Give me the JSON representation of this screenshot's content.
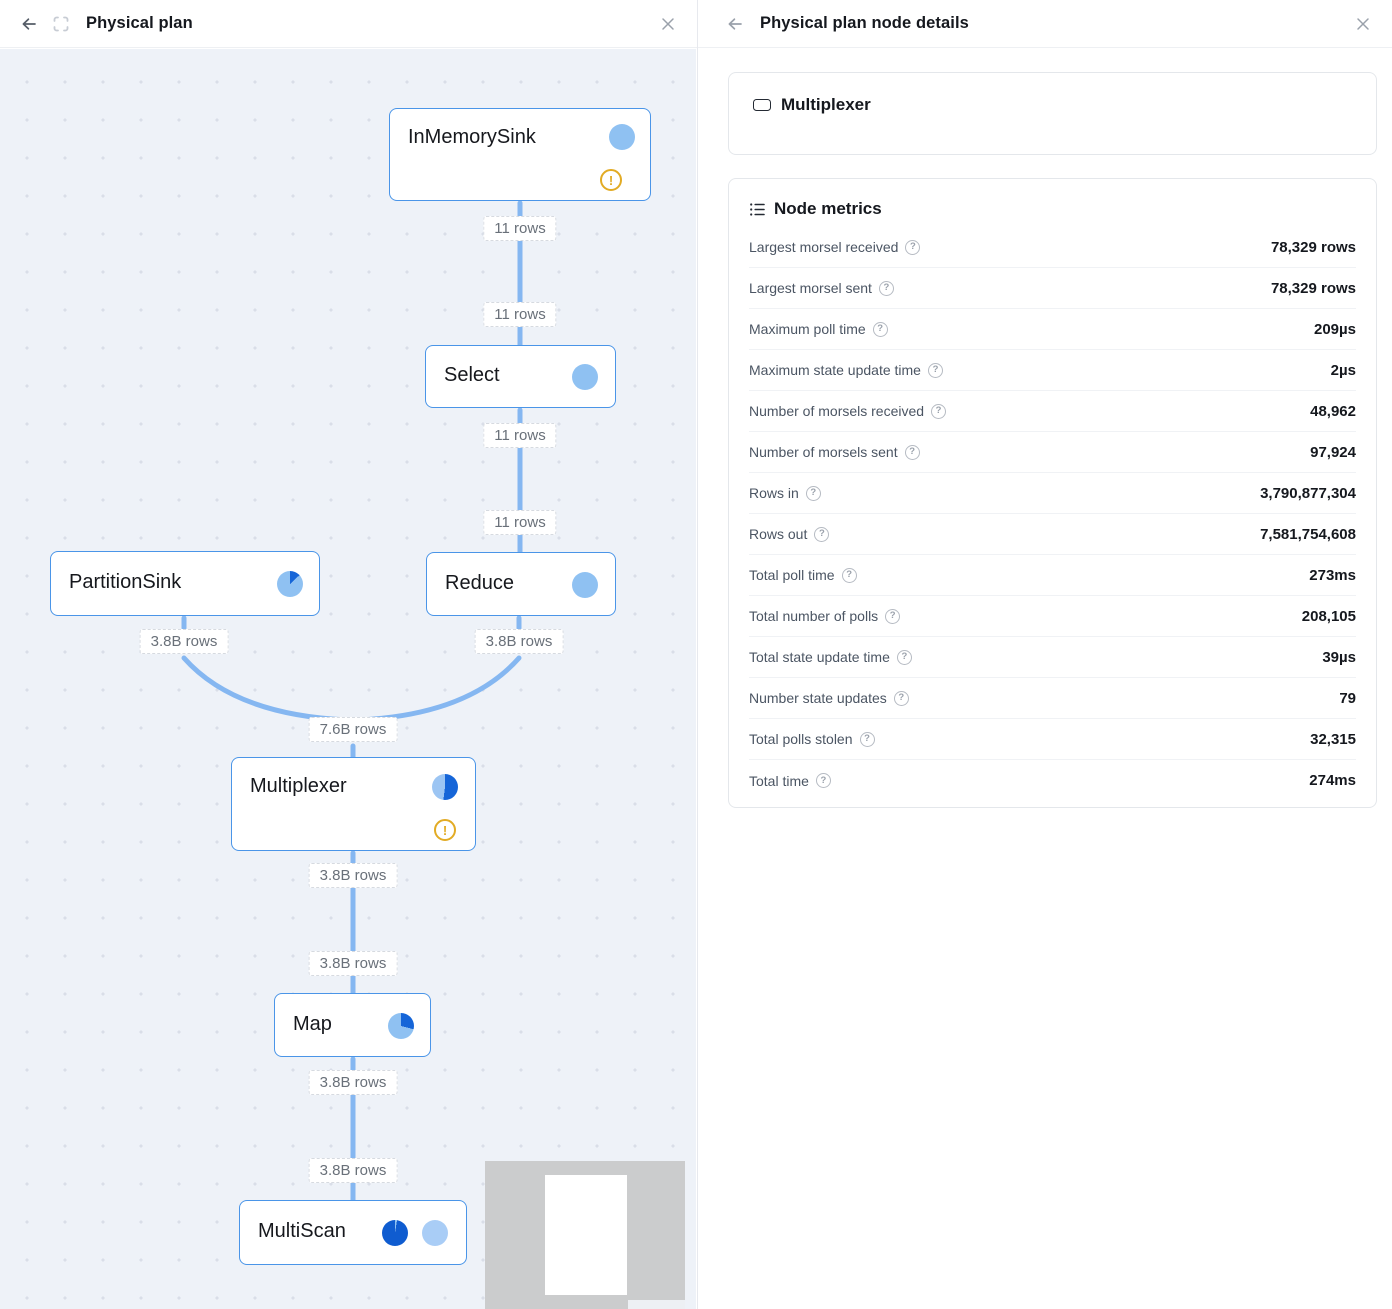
{
  "left_panel": {
    "title": "Physical plan",
    "graph": {
      "nodes": [
        {
          "label": "InMemorySink"
        },
        {
          "label": "Select"
        },
        {
          "label": "Reduce"
        },
        {
          "label": "PartitionSink"
        },
        {
          "label": "Multiplexer"
        },
        {
          "label": "Map"
        },
        {
          "label": "MultiScan"
        }
      ],
      "edge_labels": [
        "11 rows",
        "11 rows",
        "11 rows",
        "11 rows",
        "3.8B rows",
        "3.8B rows",
        "7.6B rows",
        "3.8B rows",
        "3.8B rows",
        "3.8B rows",
        "3.8B rows"
      ]
    }
  },
  "right_panel": {
    "title": "Physical plan node details",
    "node_card": {
      "title": "Multiplexer"
    },
    "metrics": {
      "title": "Node metrics",
      "rows": [
        {
          "label": "Largest morsel received",
          "value": "78,329 rows"
        },
        {
          "label": "Largest morsel sent",
          "value": "78,329 rows"
        },
        {
          "label": "Maximum poll time",
          "value": "209µs"
        },
        {
          "label": "Maximum state update time",
          "value": "2µs"
        },
        {
          "label": "Number of morsels received",
          "value": "48,962"
        },
        {
          "label": "Number of morsels sent",
          "value": "97,924"
        },
        {
          "label": "Rows in",
          "value": "3,790,877,304"
        },
        {
          "label": "Rows out",
          "value": "7,581,754,608"
        },
        {
          "label": "Total poll time",
          "value": "273ms"
        },
        {
          "label": "Total number of polls",
          "value": "208,105"
        },
        {
          "label": "Total state update time",
          "value": "39µs"
        },
        {
          "label": "Number state updates",
          "value": "79"
        },
        {
          "label": "Total polls stolen",
          "value": "32,315"
        },
        {
          "label": "Total time",
          "value": "274ms"
        }
      ]
    }
  },
  "colors": {
    "node_border": "#4a95e8",
    "edge": "#85b7f1",
    "pie_light": "#8fc1f2",
    "pie_dark": "#1565d8",
    "warning": "#e2ab24"
  }
}
